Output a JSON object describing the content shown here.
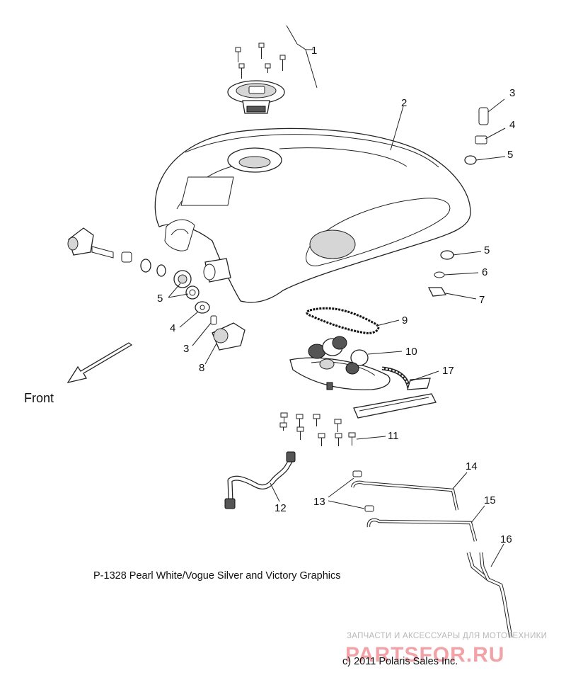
{
  "diagram": {
    "front_label": "Front",
    "caption": "P-1328  Pearl White/Vogue Silver and Victory Graphics",
    "copyright": "c) 2011 Polaris Sales Inc.",
    "watermark": {
      "tagline": "ЗАПЧАСТИ И АКСЕССУАРЫ ДЛЯ МОТОТЕХНИКИ",
      "logo": "PARTSFOR.RU"
    },
    "callouts": {
      "c1": "1",
      "c2": "2",
      "c3_right": "3",
      "c4_right": "4",
      "c5_right_top": "5",
      "c5_right_mid": "5",
      "c6": "6",
      "c7": "7",
      "c5_left": "5",
      "c4_left": "4",
      "c3_left": "3",
      "c8": "8",
      "c9": "9",
      "c10": "10",
      "c17": "17",
      "c11": "11",
      "c12": "12",
      "c13": "13",
      "c14": "14",
      "c15": "15",
      "c16": "16"
    }
  }
}
